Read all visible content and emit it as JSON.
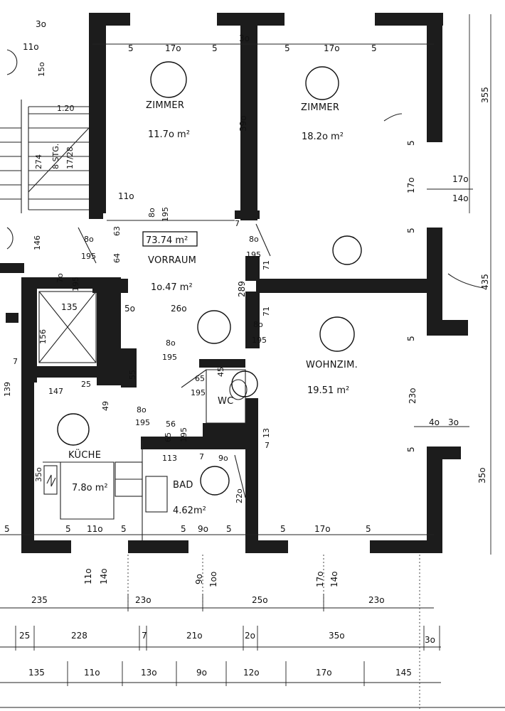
{
  "rooms": {
    "zimmer1": {
      "name": "ZIMMER",
      "area": "11.7o m²"
    },
    "zimmer2": {
      "name": "ZIMMER",
      "area": "18.2o m²"
    },
    "vorraum": {
      "name": "VORRAUM",
      "area": "1o.47 m²"
    },
    "wohnzim": {
      "name": "WOHNZIM.",
      "area": "19.51 m²"
    },
    "kueche": {
      "name": "KÜCHE",
      "area": "7.8o m²"
    },
    "bad": {
      "name": "BAD",
      "area": "4.62m²"
    },
    "wc": {
      "name": "WC"
    }
  },
  "total_area": "73.74 m²",
  "stair": {
    "label": "8 STG.",
    "ratio": "17/28",
    "width": "274"
  },
  "stair_dim": "1.20",
  "top_dims": [
    "3o",
    "5",
    "17o",
    "5",
    "3o",
    "5",
    "17o",
    "5",
    "11o",
    "15o"
  ],
  "right_dims": [
    "355",
    "5",
    "17o",
    "5",
    "17o",
    "14o",
    "435",
    "5",
    "23o",
    "5",
    "4o",
    "3o",
    "35o"
  ],
  "interior_dims": {
    "d_11o_top": "11o",
    "d_39o": "39o",
    "d_8o_a": "8o",
    "d_195_a": "195",
    "d_63": "63",
    "d_8o_b": "8o",
    "d_195_b": "195",
    "d_64": "64",
    "d_146": "146",
    "d_7_a": "7",
    "d_8o_c": "8o",
    "d_195_c": "195",
    "d_7o": "7o",
    "d_195_d": "195",
    "d_71_a": "71",
    "d_289": "289",
    "d_135": "135",
    "d_5o": "5o",
    "d_26o": "26o",
    "d_71_b": "71",
    "d_8o_d": "8o",
    "d_195_e": "195",
    "d_156": "156",
    "d_8o_e": "8o",
    "d_195_f": "195",
    "d_55": "55",
    "d_65_a": "65",
    "d_45": "45",
    "d_195_g": "195",
    "d_147": "147",
    "d_25": "25",
    "d_49": "49",
    "d_8o_f": "8o",
    "d_195_h": "195",
    "d_56": "56",
    "d_65_b": "65",
    "d_195_i": "195",
    "d_13": "13",
    "d_7_b": "7",
    "d_113": "113",
    "d_7_c": "7",
    "d_9o": "9o",
    "d_35o_k": "35o",
    "d_22o": "22o",
    "d_139": "139",
    "d_7_d": "7"
  },
  "bottom_row1": [
    "5",
    "5",
    "11o",
    "5",
    "5",
    "9o",
    "5",
    "5",
    "17o",
    "5"
  ],
  "bottom_row2": [
    "11o",
    "14o",
    "9o",
    "1oo",
    "17o",
    "14o"
  ],
  "bottom_row3": [
    "235",
    "23o",
    "25o",
    "23o"
  ],
  "bottom_row4": [
    "25",
    "228",
    "7",
    "21o",
    "2o",
    "35o",
    "3o"
  ],
  "bottom_row5": [
    "135",
    "11o",
    "13o",
    "9o",
    "12o",
    "17o",
    "145"
  ]
}
